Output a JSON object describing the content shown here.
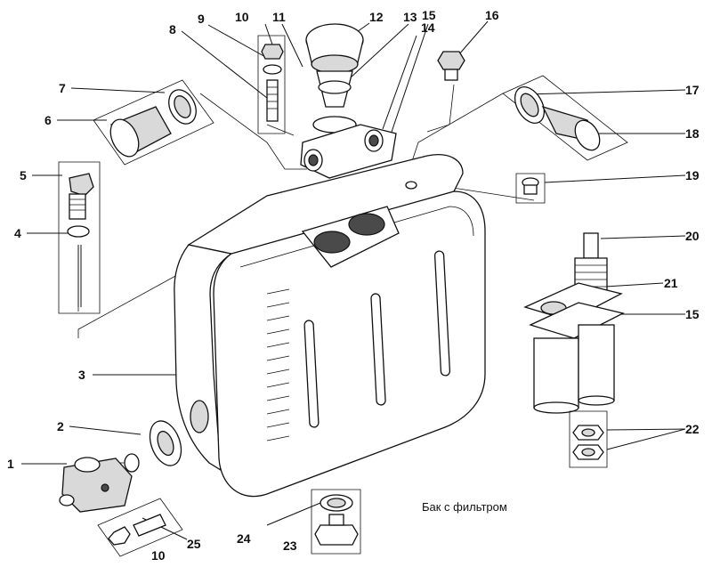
{
  "caption": "Бак с фильтром",
  "labels": [
    "1",
    "2",
    "3",
    "4",
    "5",
    "6",
    "7",
    "8",
    "9",
    "10",
    "11",
    "12",
    "13",
    "14",
    "15",
    "16",
    "17",
    "18",
    "19",
    "20",
    "21",
    "15",
    "22",
    "24",
    "23",
    "25",
    "10"
  ]
}
